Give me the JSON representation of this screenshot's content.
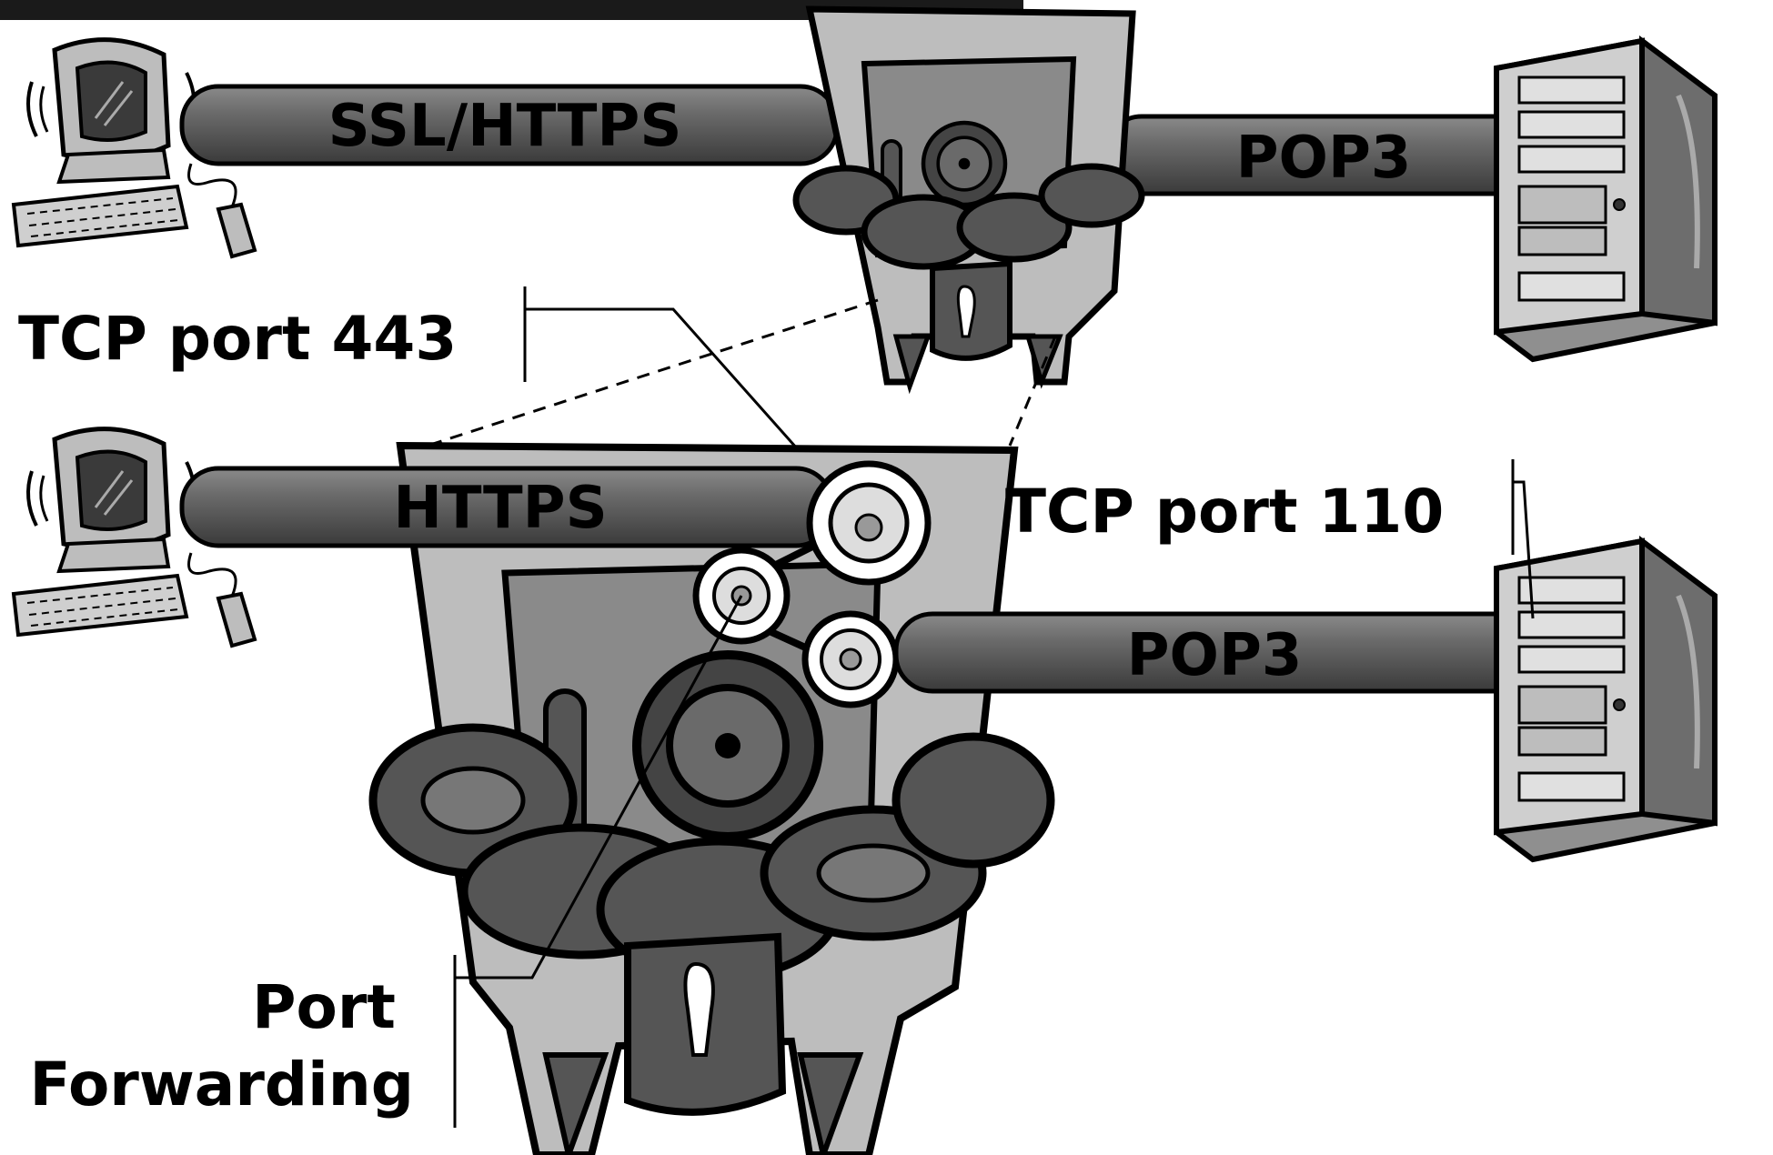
{
  "pipes": {
    "top_left": "SSL/HTTPS",
    "top_right": "POP3",
    "bottom_left": "HTTPS",
    "bottom_right": "POP3"
  },
  "labels": {
    "tcp_443": "TCP port 443",
    "tcp_110": "TCP port 110",
    "port_forwarding_line1": "Port",
    "port_forwarding_line2": "Forwarding"
  },
  "colors": {
    "pipe": "#5a5a5a",
    "box_body": "#bdbdbd",
    "box_panel": "#8a8a8a",
    "chain": "#555555",
    "outline": "#000000"
  }
}
